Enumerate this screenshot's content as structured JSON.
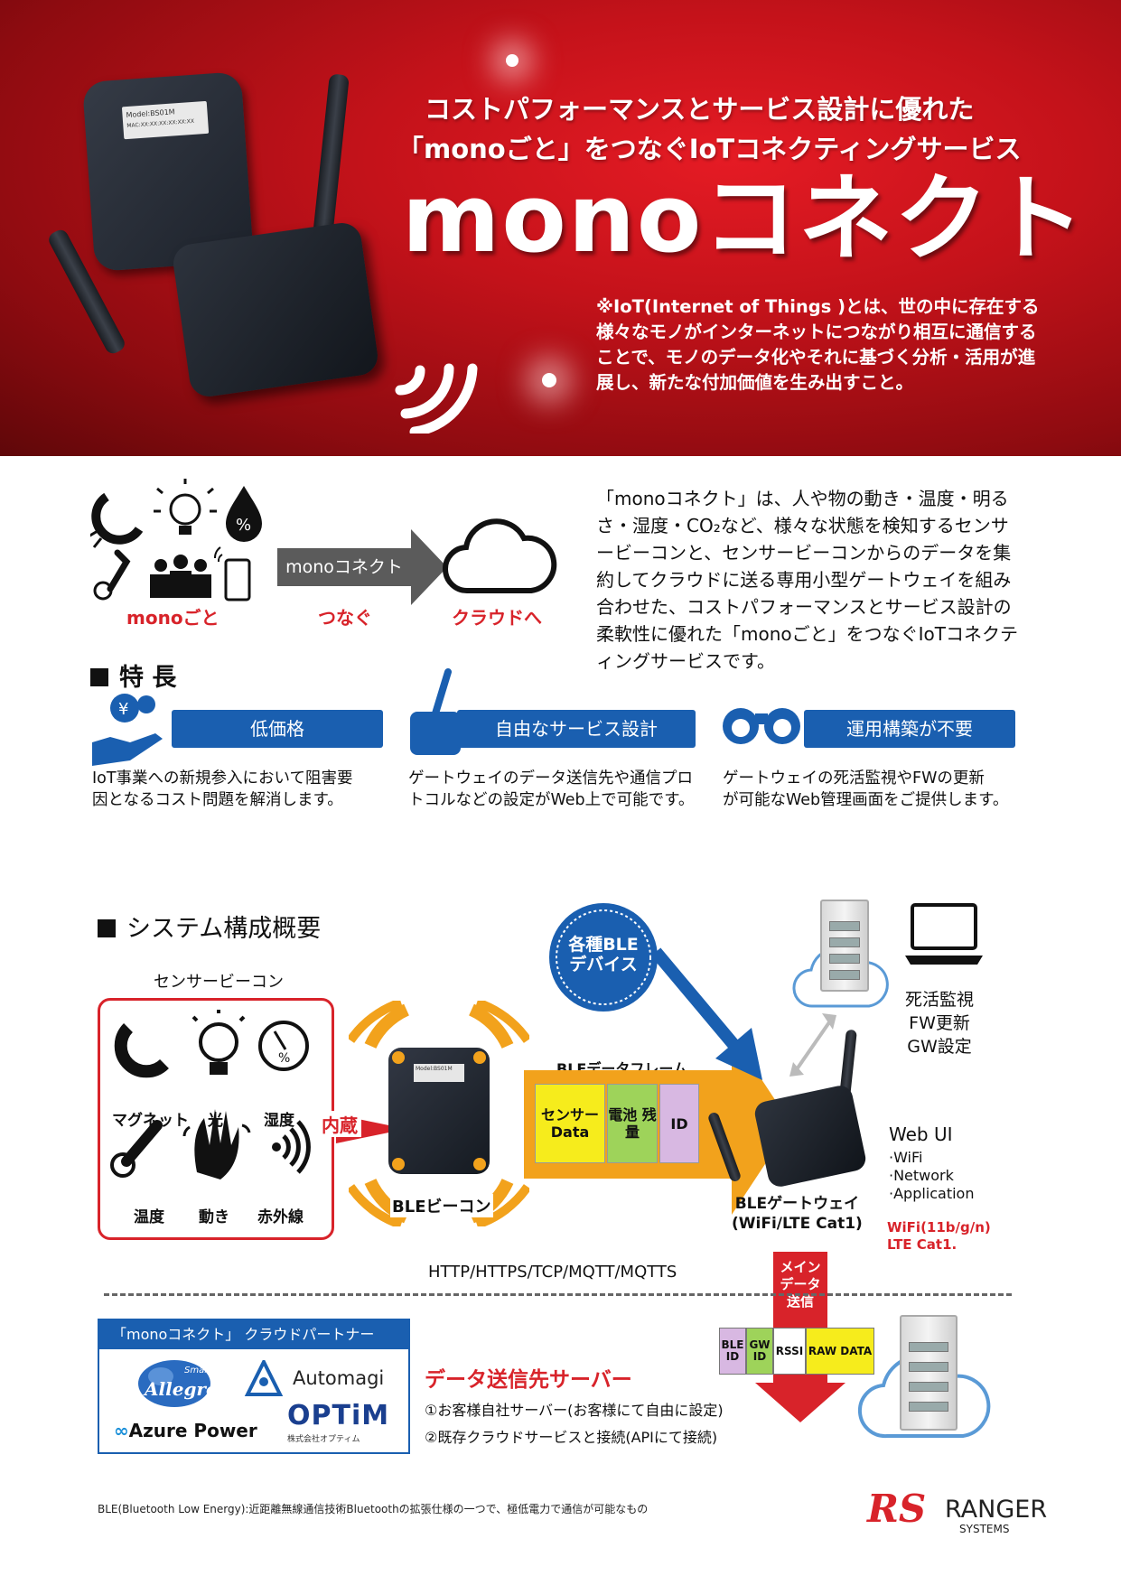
{
  "hero": {
    "headline1": "コストパフォーマンスとサービス設計に優れた",
    "headline2": "「monoごと」をつなぐIoTコネクティングサービス",
    "title": "monoコネクト",
    "note": "※IoT(Internet of Things )とは、世の中に存在する様々なモノがインターネットにつながり相互に通信することで、モノのデータ化やそれに基づく分析・活用が進展し、新たな付加価値を生み出すこと。",
    "beacon_label": "Model:BS01M",
    "beacon_label_small": "MAC:XX:XX:XX:XX:XX:XX"
  },
  "overview": {
    "label_mono": "monoごと",
    "label_tsunagu": "つなぐ",
    "label_cloud": "クラウドへ",
    "arrow_label": "monoコネクト",
    "percent": "%",
    "description": "「monoコネクト」は、人や物の動き・温度・明るさ・湿度・CO₂など、様々な状態を検知するセンサービーコンと、センサービーコンからのデータを集約してクラウドに送る専用小型ゲートウェイを組み合わせた、コストパフォーマンスとサービス設計の柔軟性に優れた「monoごと」をつなぐIoTコネクティングサービスです。"
  },
  "features": {
    "heading": "特 長",
    "yen": "¥",
    "items": [
      {
        "label": "低価格",
        "desc_line1": "IoT事業への新規参入において阻害要",
        "desc_line2": "因となるコスト問題を解消します。"
      },
      {
        "label": "自由なサービス設計",
        "desc_line1": "ゲートウェイのデータ送信先や通信プロ",
        "desc_line2": "トコルなどの設定がWeb上で可能です。"
      },
      {
        "label": "運用構築が不要",
        "desc_line1": "ゲートウェイの死活監視やFWの更新",
        "desc_line2": "が可能なWeb管理画面をご提供します。"
      }
    ]
  },
  "system": {
    "heading": "システム構成概要",
    "sensor_beacon_title": "センサービーコン",
    "sensors": [
      "マグネット",
      "光",
      "湿度",
      "温度",
      "動き",
      "赤外線"
    ],
    "percent": "%",
    "naizo": "内蔵",
    "ble_device_line1": "各種BLE",
    "ble_device_line2": "デバイス",
    "ble_beacon": "BLEビーコン",
    "ble_frame_title": "BLEデータフレーム",
    "frame_cells": [
      "センサー Data",
      "電池 残量",
      "ID"
    ],
    "gateway_line1": "BLEゲートウェイ",
    "gateway_line2": "(WiFi/LTE Cat1)",
    "monitor_lines": [
      "死活監視",
      "FW更新",
      "GW設定"
    ],
    "webui_title": "Web UI",
    "webui_items": [
      "·WiFi",
      "·Network",
      "·Application"
    ],
    "wifi_spec_line1": "WiFi(11b/g/n)",
    "wifi_spec_line2": "LTE Cat1.",
    "protocols": "HTTP/HTTPS/TCP/MQTT/MQTTS",
    "main_send_lines": [
      "メイン",
      "データ",
      "送信"
    ],
    "packet_cells": [
      "BLE ID",
      "GW ID",
      "RSSI",
      "RAW DATA"
    ],
    "dest_title": "データ送信先サーバー",
    "dest_item1": "①お客様自社サーバー(お客様にて自由に設定)",
    "dest_item2": "②既存クラウドサービスと接続(APIにて接続)",
    "partner_title": "「monoコネクト」 クラウドパートナー",
    "partners": [
      "Allegro",
      "Automagi",
      "Azure Power",
      "OPTiM"
    ],
    "allegro_small": "Smart",
    "optim_sub": "株式会社オプティム"
  },
  "footer": {
    "note": "BLE(Bluetooth Low Energy):近距離無線通信技術Bluetoothの拡張仕様の一つで、極低電力で通信が可能なもの",
    "company": "RANGER",
    "company_sub": "SYSTEMS",
    "logo_mark": "RS"
  },
  "colors": {
    "accent_red": "#d8232a",
    "brand_blue": "#1a5fb0",
    "frame_orange": "#f2a21c"
  }
}
